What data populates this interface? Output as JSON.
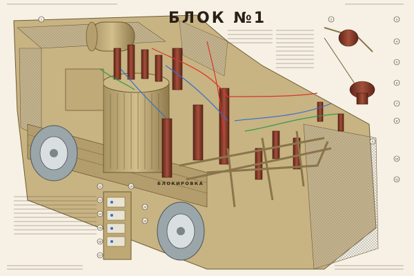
{
  "poster": {
    "title": "БЛОК №1",
    "blocking_section_title": "БЛОКИРОВКА"
  },
  "colors": {
    "background": "#f6f1e4",
    "metal": "#bfa977",
    "metal_dark": "#8a744a",
    "insulator": "#7a3524",
    "wire_red": "#d9342b",
    "wire_blue": "#2f6fcf",
    "wire_green": "#2f9a4a",
    "tire": "#b9c3c6",
    "mesh": "#9e9e9e"
  },
  "callouts": [
    "1",
    "2",
    "3",
    "4",
    "5",
    "6",
    "7",
    "8",
    "9",
    "10",
    "11",
    "12",
    "13",
    "14",
    "15",
    "16",
    "17",
    "18",
    "19",
    "20"
  ]
}
